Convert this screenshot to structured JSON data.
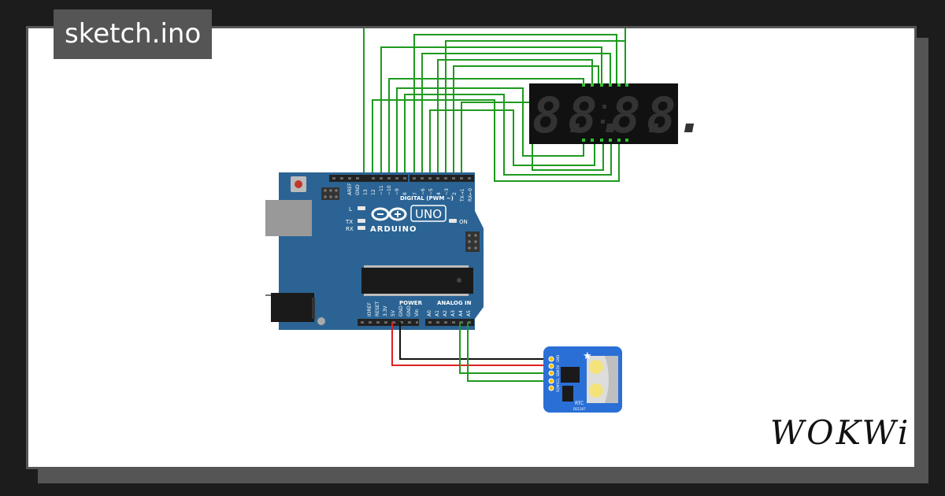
{
  "title": "sketch.ino",
  "logo": "WOKWi",
  "colors": {
    "background": "#1c1c1c",
    "card": "#ffffff",
    "frame": "#555555",
    "board": "#2b6494",
    "wire_green": "#1e9a1e",
    "wire_red": "#e02020",
    "wire_black": "#111111",
    "rtc_board": "#2a6fd6"
  },
  "arduino": {
    "brand": "ARDUINO",
    "model": "UNO",
    "digital_header": "DIGITAL (PWM ~)",
    "digital_pins": [
      "AREF",
      "GND",
      "13",
      "12",
      "~11",
      "~10",
      "~9",
      "8",
      "7",
      "~6",
      "~5",
      "4",
      "~3",
      "2",
      "TX→1",
      "RX←0"
    ],
    "led_labels": [
      "L",
      "TX",
      "RX"
    ],
    "on_label": "ON",
    "power_header": "POWER",
    "power_pins": [
      "IOREF",
      "RESET",
      "3.3V",
      "5V",
      "GND",
      "GND",
      "Vin"
    ],
    "analog_header": "ANALOG IN",
    "analog_pins": [
      "A0",
      "A1",
      "A2",
      "A3",
      "A4",
      "A5"
    ]
  },
  "display": {
    "digits": [
      "8.",
      "8.",
      "8.",
      "8."
    ]
  },
  "rtc": {
    "label": "RTC",
    "chip": "DS1307",
    "pins": [
      "GND",
      "5V",
      "SDA",
      "SCL",
      "SQW"
    ]
  }
}
